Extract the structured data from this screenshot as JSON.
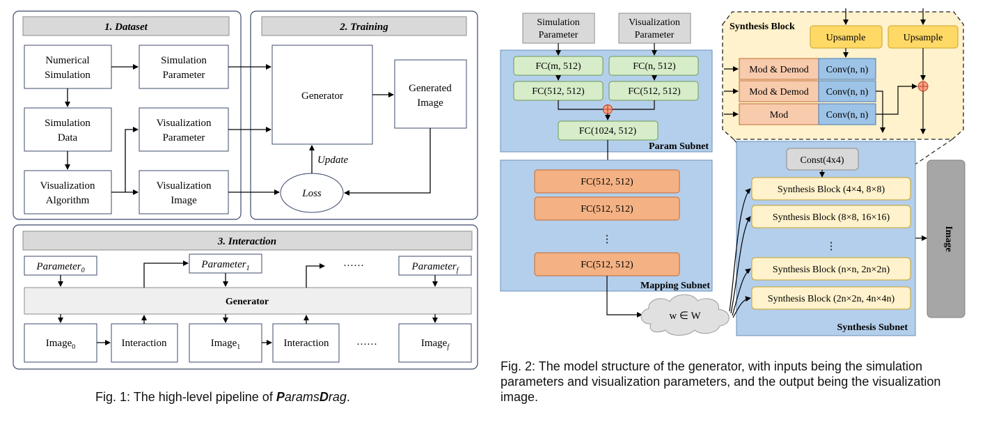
{
  "fig1": {
    "dataset": {
      "title": "1. Dataset",
      "numerical_simulation": [
        "Numerical",
        "Simulation"
      ],
      "simulation_parameter": [
        "Simulation",
        "Parameter"
      ],
      "simulation_data": [
        "Simulation",
        "Data"
      ],
      "visualization_parameter": [
        "Visualization",
        "Parameter"
      ],
      "visualization_algorithm": [
        "Visualization",
        "Algorithm"
      ],
      "visualization_image": [
        "Visualization",
        "Image"
      ]
    },
    "training": {
      "title": "2. Training",
      "generator": "Generator",
      "generated_image": [
        "Generated",
        "Image"
      ],
      "update": "Update",
      "loss": "Loss"
    },
    "interaction": {
      "title": "3. Interaction",
      "parameter": "Parameter",
      "param_subs": [
        "0",
        "1",
        "f"
      ],
      "ellipsis": "······",
      "generator": "Generator",
      "image": "Image",
      "image_subs": [
        "0",
        "1",
        "f"
      ],
      "interaction_label": "Interaction"
    },
    "caption": {
      "prefix": "Fig. 1: The high-level pipeline of ",
      "brand_p1": "P",
      "brand_p2": "arams",
      "brand_d1": "D",
      "brand_d2": "rag",
      "suffix": "."
    }
  },
  "fig2": {
    "simulation_parameter": [
      "Simulation",
      "Parameter"
    ],
    "visualization_parameter": [
      "Visualization",
      "Parameter"
    ],
    "param_subnet": {
      "label": "Param Subnet",
      "fc_m": "FC(m, 512)",
      "fc_n": "FC(n, 512)",
      "fc_512_a": "FC(512, 512)",
      "fc_512_b": "FC(512, 512)",
      "fc_1024": "FC(1024, 512)"
    },
    "mapping_subnet": {
      "label": "Mapping Subnet",
      "fc": "FC(512, 512)",
      "dots": "⋮"
    },
    "w_label": "w ∈ W",
    "synthesis_block": {
      "title": "Synthesis Block",
      "upsample": "Upsample",
      "mod_demod": "Mod & Demod",
      "mod": "Mod",
      "conv": "Conv(n, n)"
    },
    "synthesis_subnet": {
      "label": "Synthesis Subnet",
      "const": "Const(4x4)",
      "blocks": [
        "Synthesis Block (4×4, 8×8)",
        "Synthesis Block (8×8, 16×16)",
        "Synthesis Block (n×n, 2n×2n)",
        "Synthesis Block (2n×2n, 4n×4n)"
      ],
      "dots": "⋮"
    },
    "image_label": "Image",
    "caption": "Fig. 2: The model structure of the generator, with inputs being the simulation parameters and visualization parameters, and the output being the visualization image."
  }
}
